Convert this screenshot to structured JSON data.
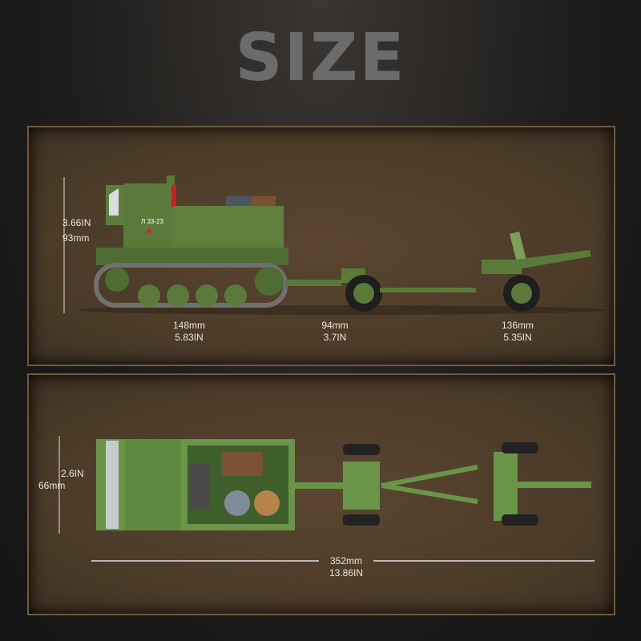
{
  "title": "SIZE",
  "side_view": {
    "height_in": "3.66IN",
    "height_mm": "93mm",
    "segments": [
      {
        "mm": "148mm",
        "in": "5.83IN"
      },
      {
        "mm": "94mm",
        "in": "3.7IN"
      },
      {
        "mm": "136mm",
        "in": "5.35IN"
      }
    ],
    "decal": "Л 33-23"
  },
  "top_view": {
    "width_in": "2.6IN",
    "width_mm": "66mm",
    "total_mm": "352mm",
    "total_in": "13.86IN"
  },
  "colors": {
    "panel": "#4a3a28",
    "border": "#6e5a42",
    "green": "#5b7a3a",
    "title": "#6b6b6b"
  }
}
